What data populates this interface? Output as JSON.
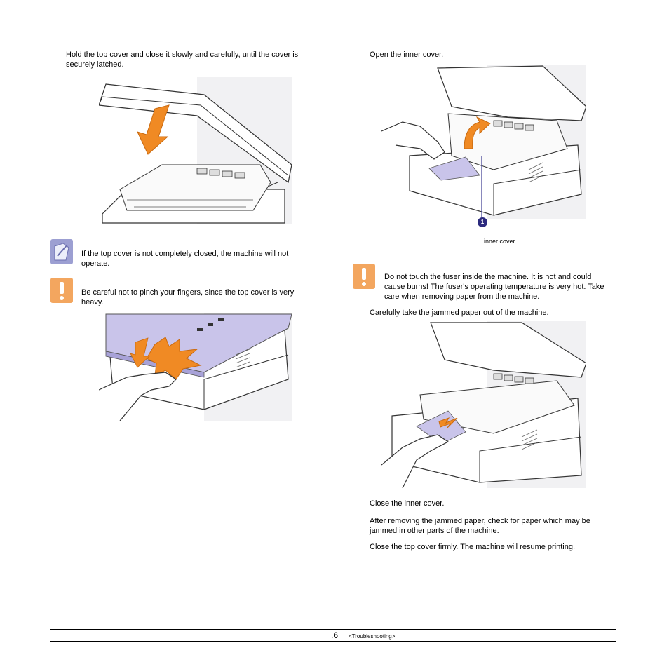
{
  "left": {
    "step_close_cover": "Hold the top cover and close it slowly and carefully, until the cover is securely latched.",
    "note_text": "If the top cover is not completely closed, the machine will not operate.",
    "caution_text": "Be careful not to pinch your fingers, since the top cover is very heavy."
  },
  "right": {
    "step_open_inner": "Open the inner cover.",
    "callout_number": "1",
    "caption_label": "inner cover",
    "caution_text": "Do not touch the fuser inside the machine. It is hot and could cause burns! The fuser's operating temperature is very hot. Take care when removing paper from the machine.",
    "step_take_paper": "Carefully take the jammed paper out of the machine.",
    "step_close_inner": "Close the inner cover.",
    "step_check_paper": "After removing the jammed paper, check for paper which may be jammed in other parts of the machine.",
    "step_close_top": "Close the top cover firmly. The machine will resume printing."
  },
  "footer": {
    "page_number": ".6",
    "section": "<Troubleshooting>"
  },
  "colors": {
    "accent_orange": "#f08a24",
    "caution_icon": "#f3a65f",
    "note_icon": "#9c9fd2",
    "paper_lilac": "#c9c4ea"
  }
}
